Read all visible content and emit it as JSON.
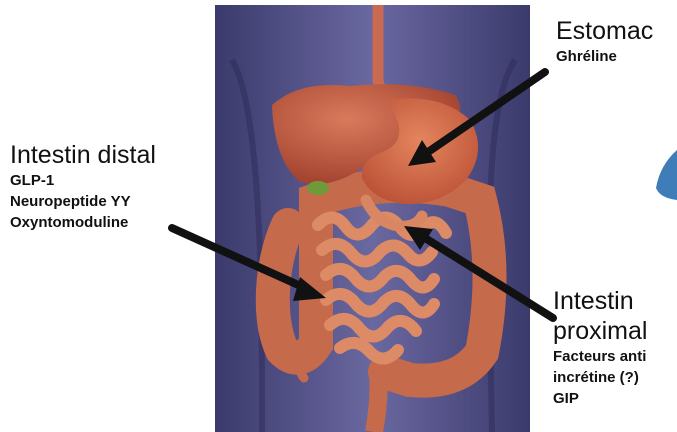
{
  "labels": {
    "stomach": {
      "title": "Estomac",
      "hormones": [
        "Ghréline"
      ]
    },
    "distal": {
      "title": "Intestin distal",
      "hormones": [
        "GLP-1",
        "Neuropeptide YY",
        "Oxyntomoduline"
      ]
    },
    "proximal": {
      "title_lines": [
        "Intestin",
        "proximal"
      ],
      "hormones": [
        "Facteurs anti",
        "incrétine (?)",
        "GIP"
      ]
    }
  },
  "colors": {
    "background_panel": "#4e4d84",
    "organ_red": "#c4573c",
    "intestine_pink": "#d98662",
    "gallbladder": "#6f9a3a",
    "arrow": "#111111",
    "accent_blue": "#3e7db8"
  },
  "icons": [
    "arrow-stomach-icon",
    "arrow-distal-icon",
    "arrow-proximal-icon",
    "blue-shape-icon"
  ]
}
